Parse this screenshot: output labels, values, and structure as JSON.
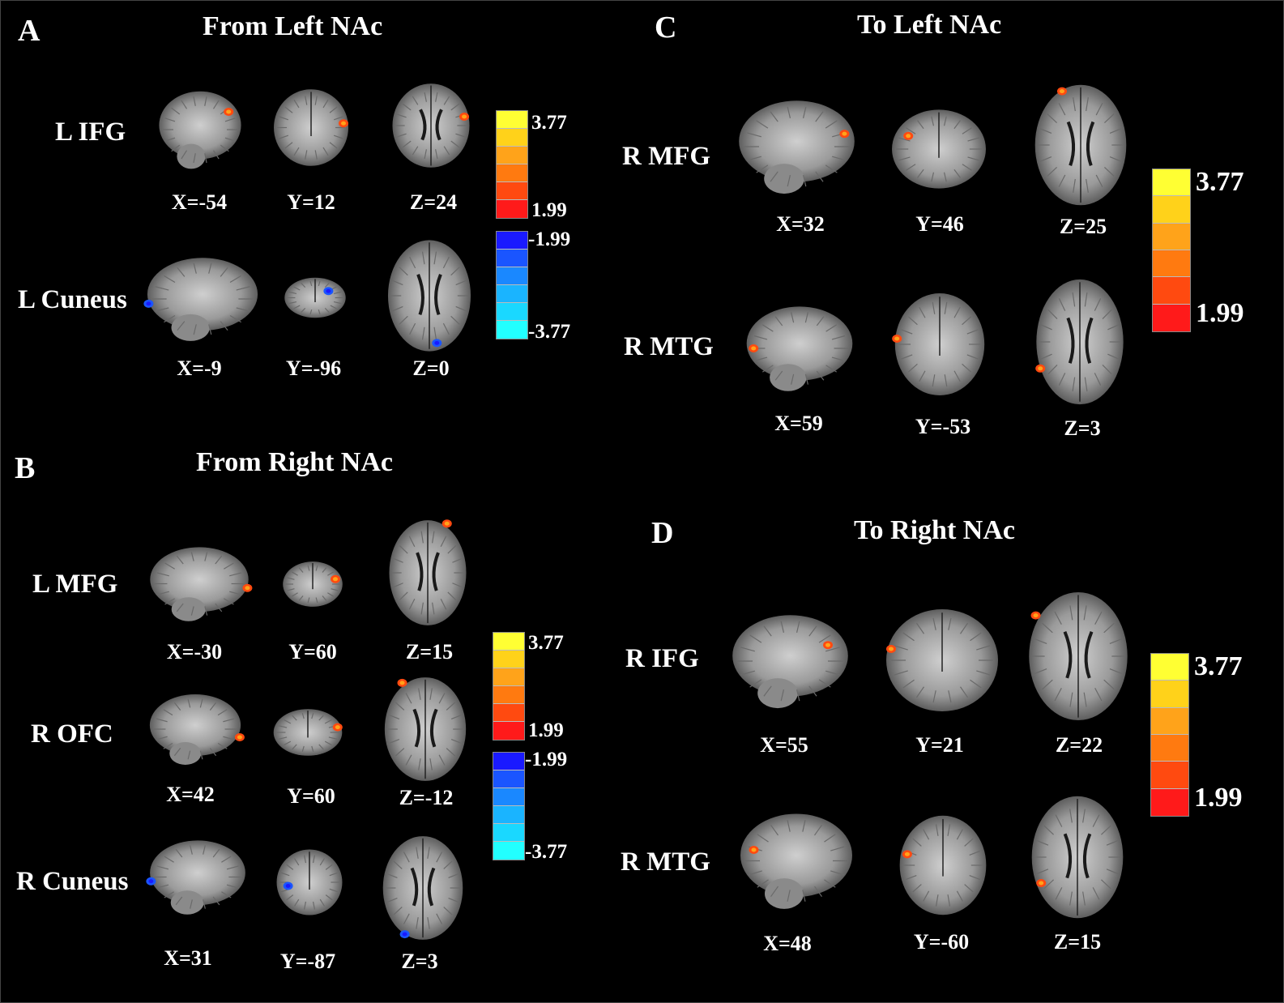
{
  "colors": {
    "background": "#000000",
    "hot": [
      "#ffff33",
      "#ffd21a",
      "#ffa31a",
      "#ff7a10",
      "#ff4a10",
      "#ff1a1a"
    ],
    "cool": [
      "#1a1aff",
      "#1a55ff",
      "#1a88ff",
      "#1ab4ff",
      "#1ad8ff",
      "#22ffff"
    ],
    "brain_gray": "#8a8a8a"
  },
  "panels": {
    "A": {
      "letter": "A",
      "title": "From Left NAc",
      "rows": [
        {
          "region": "L IFG",
          "coords": [
            "X=-54",
            "Y=12",
            "Z=24"
          ],
          "sign": "positive"
        },
        {
          "region": "L Cuneus",
          "coords": [
            "X=-9",
            "Y=-96",
            "Z=0"
          ],
          "sign": "negative"
        }
      ],
      "colorbar": {
        "hot_max": "3.77",
        "hot_min": "1.99",
        "cool_min": "-1.99",
        "cool_max": "-3.77"
      }
    },
    "B": {
      "letter": "B",
      "title": "From Right NAc",
      "rows": [
        {
          "region": "L MFG",
          "coords": [
            "X=-30",
            "Y=60",
            "Z=15"
          ],
          "sign": "positive"
        },
        {
          "region": "R OFC",
          "coords": [
            "X=42",
            "Y=60",
            "Z=-12"
          ],
          "sign": "positive"
        },
        {
          "region": "R Cuneus",
          "coords": [
            "X=31",
            "Y=-87",
            "Z=3"
          ],
          "sign": "negative"
        }
      ],
      "colorbar": {
        "hot_max": "3.77",
        "hot_min": "1.99",
        "cool_min": "-1.99",
        "cool_max": "-3.77"
      }
    },
    "C": {
      "letter": "C",
      "title": "To Left NAc",
      "rows": [
        {
          "region": "R MFG",
          "coords": [
            "X=32",
            "Y=46",
            "Z=25"
          ],
          "sign": "positive"
        },
        {
          "region": "R MTG",
          "coords": [
            "X=59",
            "Y=-53",
            "Z=3"
          ],
          "sign": "positive"
        }
      ],
      "colorbar": {
        "hot_max": "3.77",
        "hot_min": "1.99"
      }
    },
    "D": {
      "letter": "D",
      "title": "To Right NAc",
      "rows": [
        {
          "region": "R IFG",
          "coords": [
            "X=55",
            "Y=21",
            "Z=22"
          ],
          "sign": "positive"
        },
        {
          "region": "R MTG",
          "coords": [
            "X=48",
            "Y=-60",
            "Z=15"
          ],
          "sign": "positive"
        }
      ],
      "colorbar": {
        "hot_max": "3.77",
        "hot_min": "1.99"
      }
    }
  }
}
